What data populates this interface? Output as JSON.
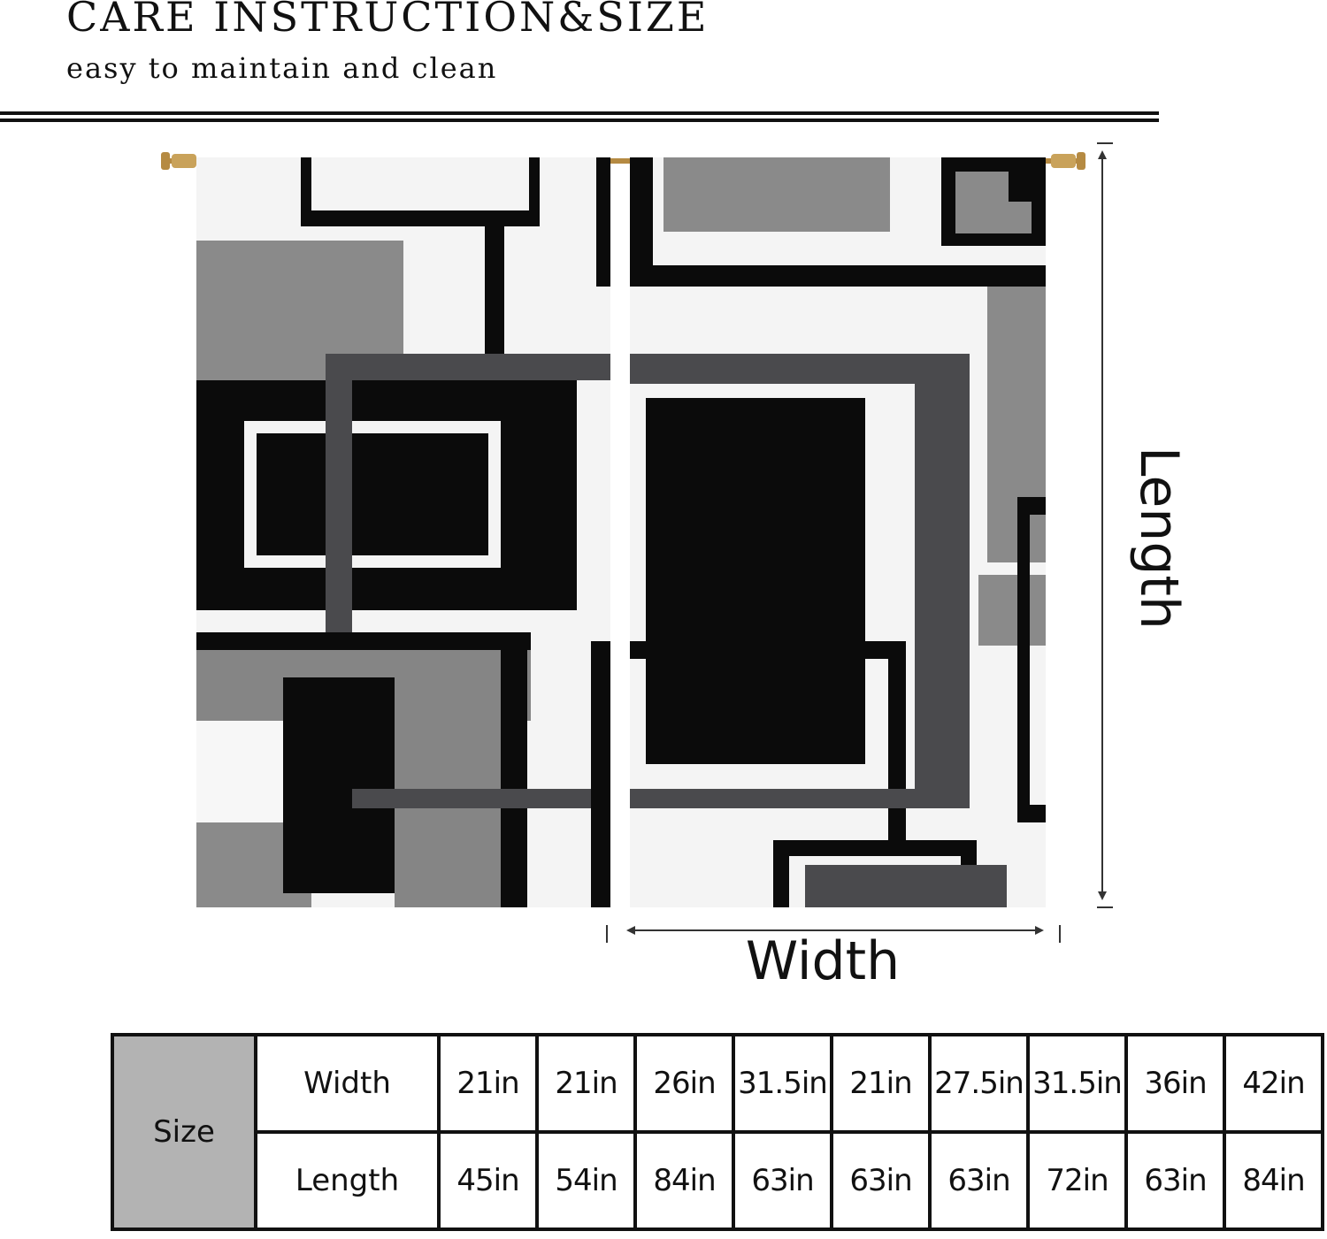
{
  "header": {
    "title": "CARE INSTRUCTION&SIZE",
    "subtitle": "easy to maintain and clean"
  },
  "diagram": {
    "length_label": "Length",
    "width_label": "Width",
    "colors": {
      "black": "#0b0b0b",
      "dark_gray": "#4a4a4d",
      "mid_gray": "#7c7c7c",
      "light_gray": "#9a9a9a",
      "white": "#f5f5f5",
      "rod": "#b58a42"
    }
  },
  "size_table": {
    "header": "Size",
    "rows": [
      {
        "label": "Width",
        "values": [
          "21in",
          "21in",
          "26in",
          "31.5in",
          "21in",
          "27.5in",
          "31.5in",
          "36in",
          "42in"
        ]
      },
      {
        "label": "Length",
        "values": [
          "45in",
          "54in",
          "84in",
          "63in",
          "63in",
          "63in",
          "72in",
          "63in",
          "84in"
        ]
      }
    ]
  }
}
